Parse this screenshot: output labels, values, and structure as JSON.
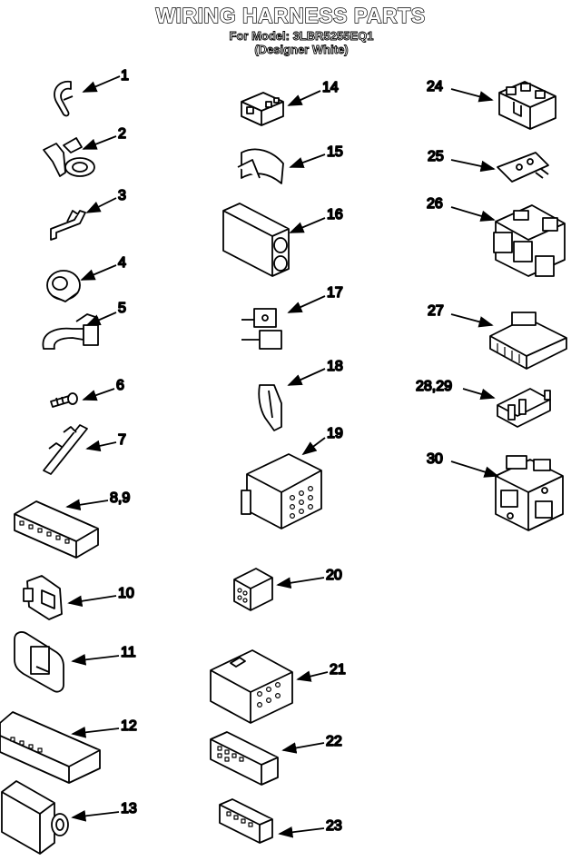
{
  "header": {
    "title": "WIRING HARNESS PARTS",
    "model_line": "For Model: 3LBR5255EQ1",
    "variant_line": "(Designer White)"
  },
  "parts": [
    {
      "label": "1"
    },
    {
      "label": "2"
    },
    {
      "label": "3"
    },
    {
      "label": "4"
    },
    {
      "label": "5"
    },
    {
      "label": "6"
    },
    {
      "label": "7"
    },
    {
      "label": "8,9"
    },
    {
      "label": "10"
    },
    {
      "label": "11"
    },
    {
      "label": "12"
    },
    {
      "label": "13"
    },
    {
      "label": "14"
    },
    {
      "label": "15"
    },
    {
      "label": "16"
    },
    {
      "label": "17"
    },
    {
      "label": "18"
    },
    {
      "label": "19"
    },
    {
      "label": "20"
    },
    {
      "label": "21"
    },
    {
      "label": "22"
    },
    {
      "label": "23"
    },
    {
      "label": "24"
    },
    {
      "label": "25"
    },
    {
      "label": "26"
    },
    {
      "label": "27"
    },
    {
      "label": "28,29"
    },
    {
      "label": "30"
    }
  ]
}
